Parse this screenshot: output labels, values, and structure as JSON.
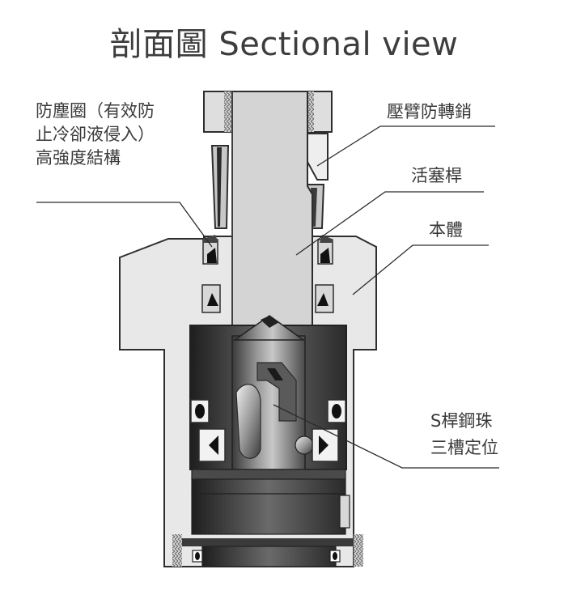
{
  "title": "剖面圖 Sectional view",
  "labels": {
    "dust_ring": [
      "防塵圈（有效防",
      "止冷卻液侵入）",
      "高強度結構"
    ],
    "anti_rotation_pin": "壓臂防轉銷",
    "piston_rod": "活塞桿",
    "body": "本體",
    "steel_ball": [
      "S桿鋼珠",
      "三槽定位"
    ]
  },
  "colors": {
    "body_fill": "#e6e6e6",
    "rod_fill": "#d2d2d2",
    "dark": "#2b2b2b",
    "mid": "#7a7a7a",
    "line": "#333333"
  }
}
